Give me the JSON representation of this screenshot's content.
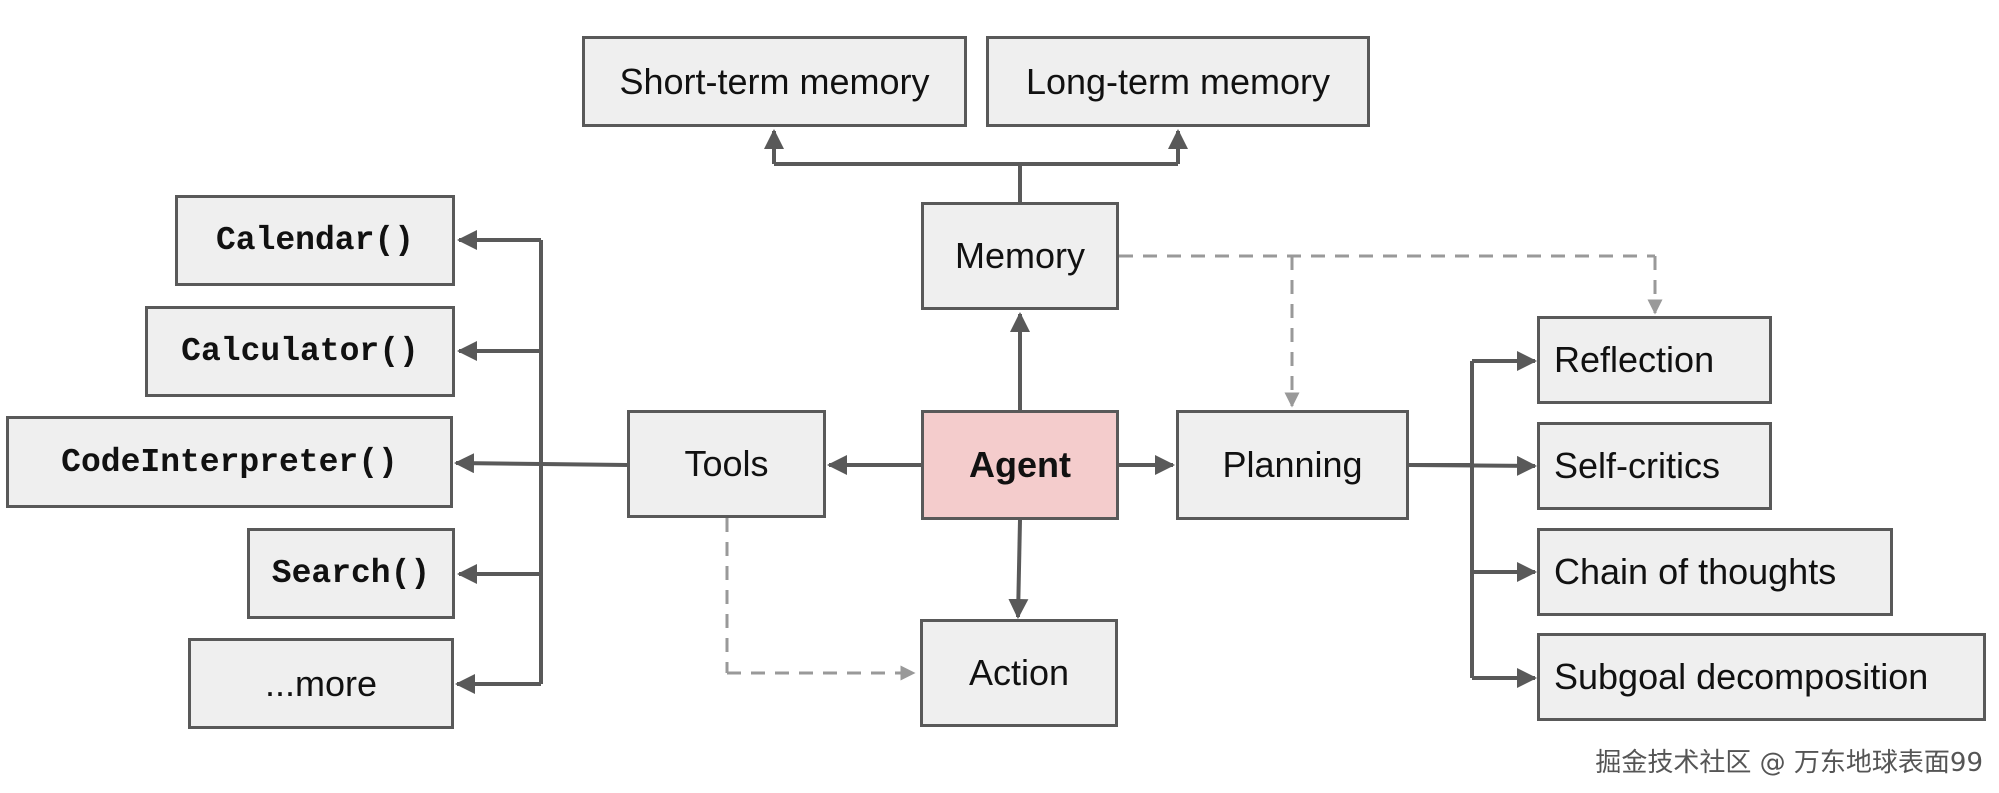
{
  "nodes": {
    "short_term_memory": "Short-term memory",
    "long_term_memory": "Long-term memory",
    "memory": "Memory",
    "agent": "Agent",
    "tools": "Tools",
    "planning": "Planning",
    "action": "Action",
    "calendar": "Calendar()",
    "calculator": "Calculator()",
    "code_interpreter": "CodeInterpreter()",
    "search": "Search()",
    "more": "...more",
    "reflection": "Reflection",
    "self_critics": "Self-critics",
    "chain_of_thoughts": "Chain of thoughts",
    "subgoal_decomposition": "Subgoal decomposition"
  },
  "watermark": "掘金技术社区 @ 万东地球表面99",
  "colors": {
    "box_fill": "#efefef",
    "box_border": "#595959",
    "agent_fill": "#f4cccc",
    "solid_arrow": "#595959",
    "dashed_arrow": "#999999"
  }
}
